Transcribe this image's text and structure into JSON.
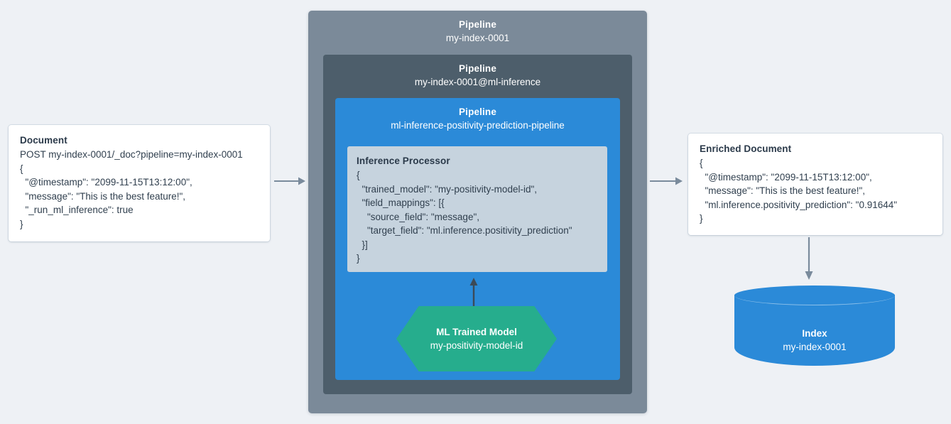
{
  "canvas": {
    "background": "#eef1f5",
    "accent_blue": "#2b8ad8",
    "slate_dark": "#4d5e6b",
    "slate_light": "#7b8a99",
    "green": "#26ad8d",
    "processor_bg": "#c6d3de",
    "arrow_color": "#7a8b9c",
    "text_dark": "#31404f"
  },
  "document": {
    "title": "Document",
    "lines": [
      "POST my-index-0001/_doc?pipeline=my-index-0001",
      "{",
      "  \"@timestamp\": \"2099-11-15T13:12:00\",",
      "  \"message\": \"This is the best feature!\",",
      "  \"_run_ml_inference\": true",
      "}"
    ]
  },
  "pipeline_outer": {
    "kind": "Pipeline",
    "name": "my-index-0001"
  },
  "pipeline_middle": {
    "kind": "Pipeline",
    "name": "my-index-0001@ml-inference"
  },
  "pipeline_inner": {
    "kind": "Pipeline",
    "name": "ml-inference-positivity-prediction-pipeline"
  },
  "inference_processor": {
    "title": "Inference Processor",
    "lines": [
      "{",
      "  \"trained_model\": \"my-positivity-model-id\",",
      "  \"field_mappings\": [{",
      "    \"source_field\": \"message\",",
      "    \"target_field\": \"ml.inference.positivity_prediction\"",
      "  }]",
      "}"
    ]
  },
  "ml_model": {
    "kind": "ML Trained Model",
    "name": "my-positivity-model-id"
  },
  "enriched_document": {
    "title": "Enriched Document",
    "lines": [
      "{",
      "  \"@timestamp\": \"2099-11-15T13:12:00\",",
      "  \"message\": \"This is the best feature!\",",
      "  \"ml.inference.positivity_prediction\": \"0.91644\"",
      "}"
    ]
  },
  "index": {
    "kind": "Index",
    "name": "my-index-0001"
  }
}
